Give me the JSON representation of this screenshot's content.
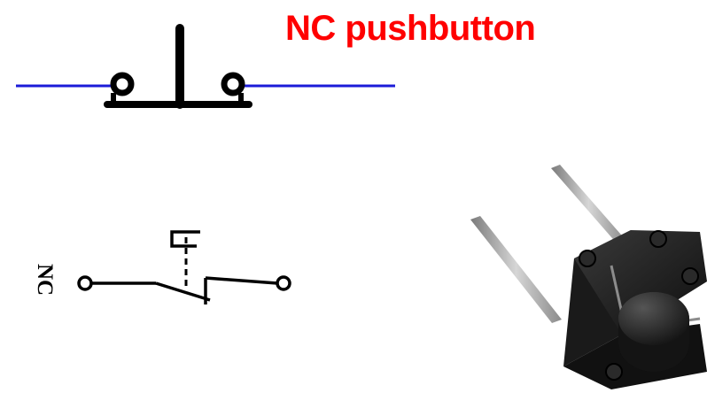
{
  "title": {
    "text": "NC pushbutton",
    "color": "#ff0000"
  },
  "iec_symbol": {
    "label": "NC"
  },
  "colors": {
    "wire_blue": "#1c1cd8",
    "symbol_black": "#000000",
    "component_body": "#1e1e1e",
    "component_leads": "#a8a8a8"
  },
  "icons": [
    "nc-pushbutton-schematic-symbol",
    "nc-switch-iec-symbol",
    "tactile-pushbutton-component-photo"
  ]
}
